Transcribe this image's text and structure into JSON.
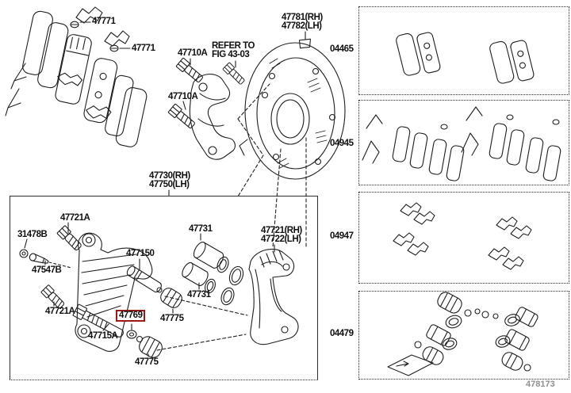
{
  "figure_number": "478173",
  "colors": {
    "background": "#ffffff",
    "line": "#1f1f1f",
    "label_text": "#101010",
    "highlight_border": "#9e1717",
    "figure_number_text": "#8f8f8f"
  },
  "parts": {
    "pad_clip_top": "47771",
    "pad_clip_mid": "47771",
    "mount_bolt_upper": "47710A",
    "mount_bolt_lower": "47710A",
    "refer_note": {
      "line1": "REFER TO",
      "line2": "FIG 43-03"
    },
    "dust_shield": {
      "rh": "47781(RH)",
      "lh": "47782(LH)"
    },
    "caliper_assembly": {
      "rh": "47730(RH)",
      "lh": "47750(LH)"
    },
    "torque_plate": {
      "rh": "47721(RH)",
      "lh": "47722(LH)"
    },
    "caliper_bolt_upper": "47721A",
    "caliper_bolt_lower": "47721A",
    "bleeder_plug_cap": "31478B",
    "bleeder_plug": "47547B",
    "slide_pin_upper": "477150",
    "slide_pin_lower": "47715A",
    "slide_bush_highlighted": "47769",
    "piston_upper": "47731",
    "piston_lower": "47731",
    "pin_boot_upper": "47775",
    "pin_boot_lower": "47775"
  },
  "kit_boxes": [
    {
      "code": "04465"
    },
    {
      "code": "04945"
    },
    {
      "code": "04947"
    },
    {
      "code": "04479"
    }
  ]
}
